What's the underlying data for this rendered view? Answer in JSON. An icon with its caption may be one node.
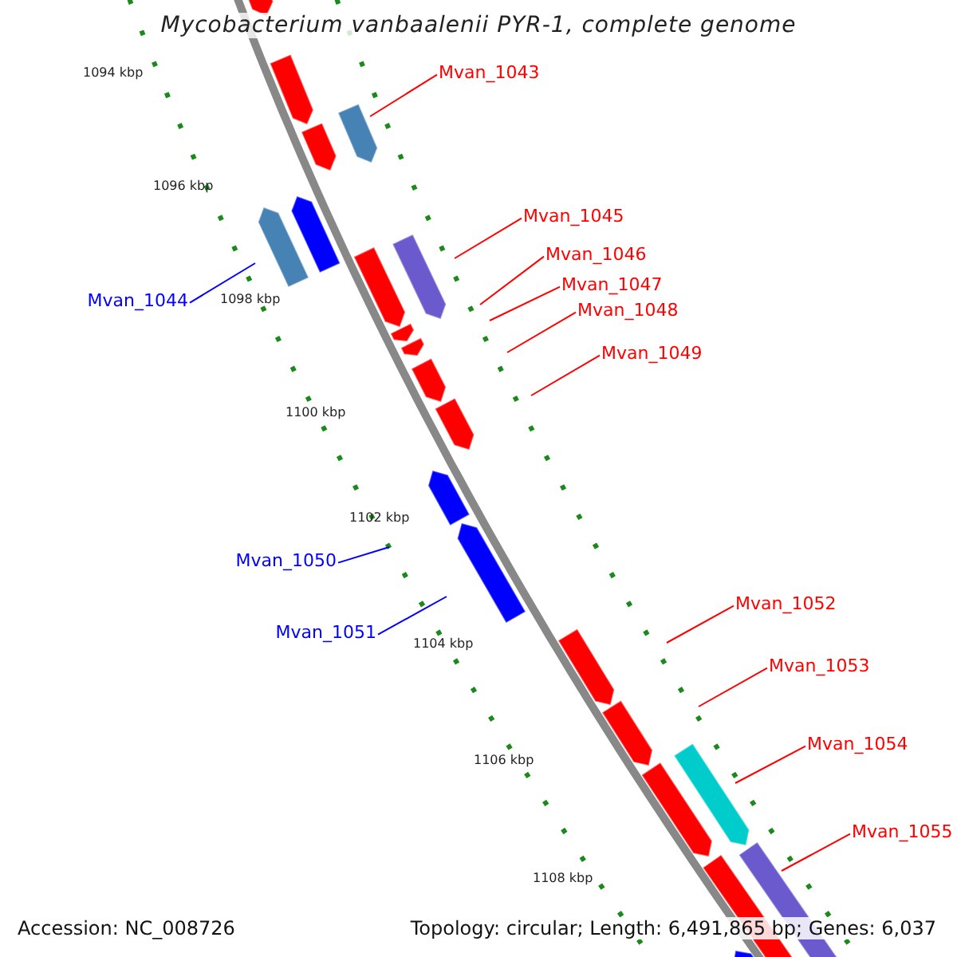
{
  "diagram": {
    "title": "Mycobacterium vanbaalenii PYR-1, complete genome",
    "nodes": [
      {
        "text": [
          "Mvan_1043"
        ]
      },
      {
        "text": [
          "Mvan_1044"
        ]
      },
      {
        "text": [
          "Mvan_1045"
        ]
      },
      {
        "text": [
          "Mvan_1046"
        ]
      },
      {
        "text": [
          "Mvan_1047"
        ]
      },
      {
        "text": [
          "Mvan_1048"
        ]
      },
      {
        "text": [
          "Mvan_1049"
        ]
      },
      {
        "text": [
          "Mvan_1050"
        ]
      },
      {
        "text": [
          "Mvan_1051"
        ]
      },
      {
        "text": [
          "Mvan_1052"
        ]
      },
      {
        "text": [
          "Mvan_1053"
        ]
      },
      {
        "text": [
          "Mvan_1054"
        ]
      },
      {
        "text": [
          "Mvan_1055"
        ]
      }
    ],
    "edges": [
      {
        "from": 0,
        "to": null,
        "arrow": "none"
      },
      {
        "from": 1,
        "to": null,
        "arrow": "none",
        "color": "#0000ff"
      },
      {
        "from": 2,
        "to": null,
        "arrow": "none"
      },
      {
        "from": 3,
        "to": null,
        "arrow": "none"
      },
      {
        "from": 4,
        "to": null,
        "arrow": "none"
      },
      {
        "from": 5,
        "to": null,
        "arrow": "none"
      },
      {
        "from": 6,
        "to": null,
        "arrow": "none"
      },
      {
        "from": 7,
        "to": null,
        "arrow": "none",
        "color": "#0000ff"
      },
      {
        "from": 8,
        "to": null,
        "arrow": "none",
        "color": "#0000ff"
      },
      {
        "from": 9,
        "to": null,
        "arrow": "none"
      },
      {
        "from": 10,
        "to": null,
        "arrow": "none"
      },
      {
        "from": 11,
        "to": null,
        "arrow": "none"
      },
      {
        "from": 12,
        "to": null,
        "arrow": "none"
      }
    ],
    "labels": [
      "1094 kbp",
      "1096 kbp",
      "1098 kbp",
      "1100 kbp",
      "1102 kbp",
      "1104 kbp",
      "1106 kbp",
      "1108 kbp",
      "Accession: NC_008726",
      "Topology: circular; Length: 6,491,865 bp; Genes: 6,037"
    ]
  }
}
